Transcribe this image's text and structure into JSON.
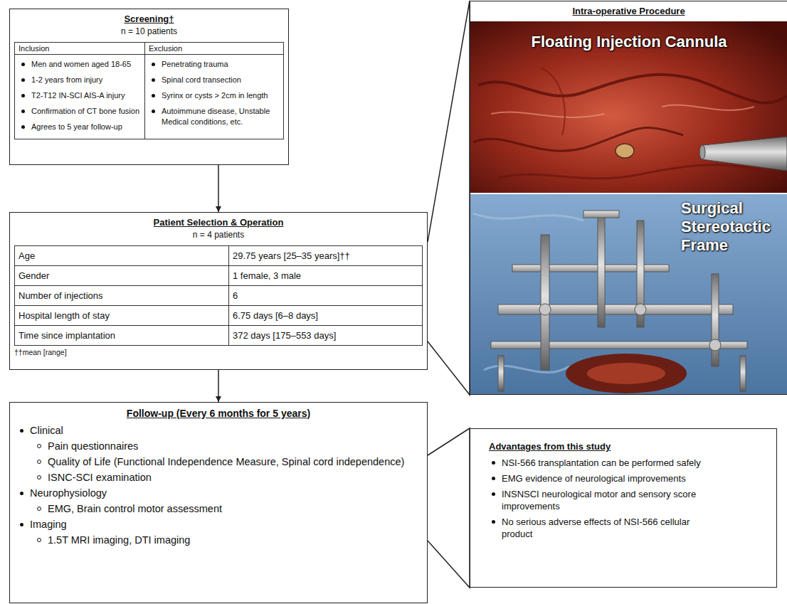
{
  "diagram": {
    "nodes": [
      {
        "text": [
          "Screening†",
          "n = 10 patients"
        ]
      },
      {
        "text": [
          "Patient Selection & Operation",
          "n = 4 patients"
        ]
      },
      {
        "text": [
          "Intra-operative Procedure"
        ]
      },
      {
        "text": [
          "Floating Injection Cannula"
        ],
        "in": 2
      },
      {
        "text": [
          "Surgical Stereotactic Frame"
        ],
        "in": 2
      },
      {
        "text": [
          "Follow-up (Every 6 months for 5 years)",
          "Clinical",
          "Pain questionnaires",
          "Quality of Life (Functional Independence Measure, Spinal cord independence)",
          "ISNC-SCI examination",
          "Neurophysiology",
          "EMG, Brain control motor assessment",
          "Imaging",
          "1.5T MRI imaging, DTI imaging"
        ]
      },
      {
        "text": [
          "Advantages from this study",
          "NSI-566 transplantation can be performed safely",
          "EMG evidence of neurological improvements",
          "INSNSCI neurological motor and sensory score improvements",
          "No serious adverse effects of NSI-566 cellular product"
        ]
      }
    ],
    "edges": [
      {
        "from": 0,
        "to": 1,
        "arrow": "to"
      },
      {
        "from": 1,
        "to": 5,
        "arrow": "to"
      },
      {
        "from": 1,
        "to": 2,
        "arrow": "none"
      },
      {
        "from": 5,
        "to": 6,
        "arrow": "none"
      }
    ],
    "labels": [
      "Inclusion",
      "Exclusion",
      "Men and women aged 18-65",
      "1-2 years from injury",
      "T2-T12 IN-SCI AIS-A injury",
      "Confirmation of CT bone fusion",
      "Agrees to 5 year follow-up",
      "Penetrating trauma",
      "Spinal cord transection",
      "Syrinx or cysts > 2cm in length",
      "Autoimmune disease, Unstable Medical conditions, etc.",
      "Age",
      "29.75 years [25–35 years]††",
      "Gender",
      "1 female, 3 male",
      "Number of injections",
      "6",
      "Hospital length of stay",
      "6.75 days [6–8 days]",
      "Time since implantation",
      "372 days [175–553 days]",
      "††mean [range]"
    ]
  }
}
